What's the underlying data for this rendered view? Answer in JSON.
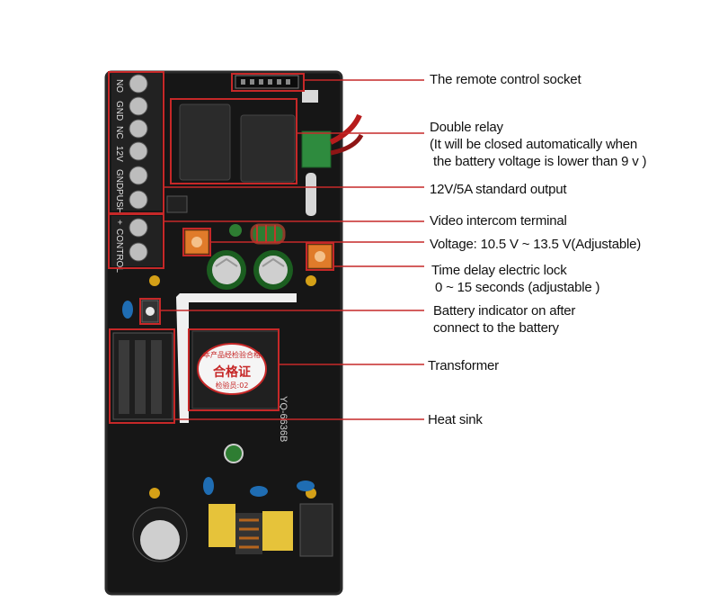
{
  "colors": {
    "board": "#161616",
    "callout": "#c62828",
    "terminal_block": "#222222",
    "relay": "#2b2b2b",
    "capacitor_blue": "#1f6db3",
    "potentiometer": "#e07b2a",
    "label_yellow": "#e6c33a",
    "connector_green": "#2e8b3e"
  },
  "board": {
    "terminal_labels": [
      "NO",
      "GND",
      "NC",
      "12V",
      "GND",
      "PUSH",
      "+",
      "CONTROL"
    ],
    "model_mark": "YQ-6636B",
    "certificate": {
      "top": "本产品经检验合格",
      "center": "合格证",
      "bottom": "检验员:02"
    }
  },
  "callouts": {
    "remote_socket": "The remote control socket",
    "double_relay": {
      "title": "Double relay",
      "line2": "(It will be closed automatically when",
      "line3": "the battery voltage is lower than 9 v )"
    },
    "standard_output": "12V/5A standard output",
    "video_intercom": "Video intercom terminal",
    "voltage": "Voltage: 10.5 V ~ 13.5 V(Adjustable)",
    "time_delay": {
      "line1": "Time delay electric lock",
      "line2": "0 ~ 15 seconds (adjustable )"
    },
    "battery_indicator": {
      "line1": "Battery indicator on after",
      "line2": "connect to the battery"
    },
    "transformer": "Transformer",
    "heat_sink": "Heat sink"
  }
}
